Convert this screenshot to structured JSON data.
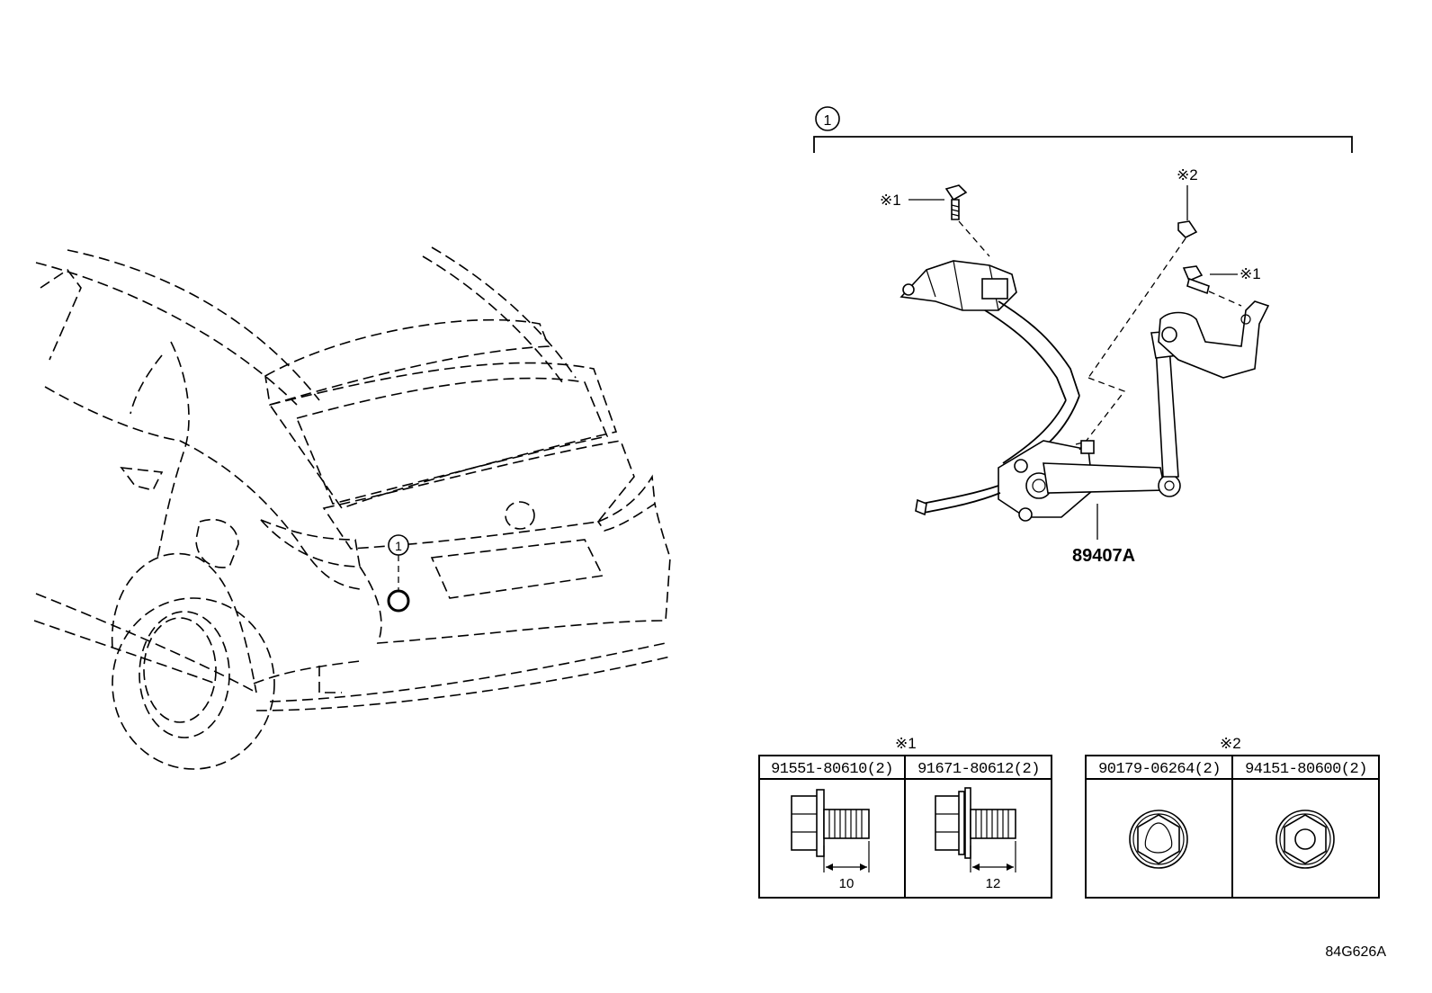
{
  "diagram": {
    "callout_number": "1",
    "main_part_number": "89407A",
    "bolt_mark_1": "※1",
    "nut_mark_2": "※2",
    "drawing_code": "84G626A"
  },
  "tables": {
    "bolts": {
      "mark": "※1",
      "parts": [
        {
          "part_number": "91551-80610(2)",
          "length": "10"
        },
        {
          "part_number": "91671-80612(2)",
          "length": "12"
        }
      ]
    },
    "nuts": {
      "mark": "※2",
      "parts": [
        {
          "part_number": "90179-06264(2)"
        },
        {
          "part_number": "94151-80600(2)"
        }
      ]
    }
  }
}
